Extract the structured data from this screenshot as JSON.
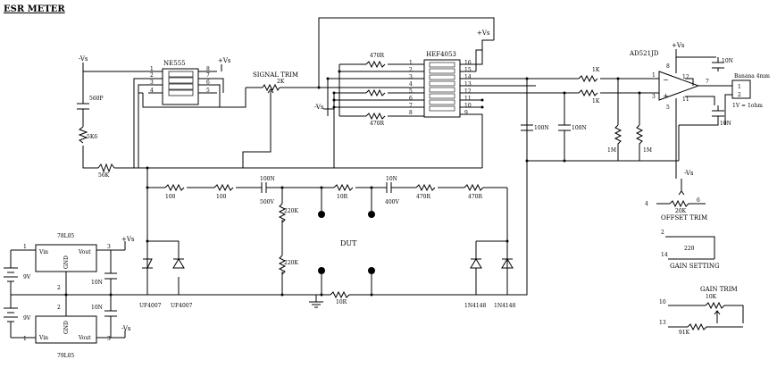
{
  "title": "ESR METER",
  "ic": {
    "ne555": {
      "name": "NE555",
      "pins_left": [
        "1",
        "2",
        "3",
        "4"
      ],
      "pins_right": [
        "8",
        "7",
        "6",
        "5"
      ]
    },
    "hef4053": {
      "name": "HEF4053",
      "pins_left": [
        "1",
        "2",
        "3",
        "4",
        "5",
        "6",
        "7",
        "8"
      ],
      "pins_right": [
        "16",
        "15",
        "14",
        "13",
        "12",
        "11",
        "10",
        "9"
      ]
    },
    "ad521": {
      "name": "AD521JD",
      "pins": {
        "p1": "1",
        "p3": "3",
        "p8": "8",
        "p12": "12",
        "p7": "7",
        "p5": "5",
        "p11": "11"
      }
    },
    "reg_pos": {
      "name": "78L05",
      "vin": "Vin",
      "vout": "Vout",
      "gnd": "GND",
      "p1": "1",
      "p3": "3",
      "p2": "2"
    },
    "reg_neg": {
      "name": "79L05",
      "vin": "Vin",
      "vout": "Vout",
      "gnd": "GND",
      "p1": "1",
      "p3": "3",
      "p2": "2"
    }
  },
  "rails": {
    "pos": "+Vs",
    "neg": "-Vs"
  },
  "labels": {
    "signal_trim": "SIGNAL TRIM",
    "signal_trim_val": "2K",
    "c_560p": "560P",
    "r_5k6": "5K6",
    "r_56k": "56K",
    "r_470r_a": "470R",
    "r_470r_b": "470R",
    "r_1k_a": "1K",
    "r_1k_b": "1K",
    "c_100n_a": "100N",
    "c_100n_b": "100N",
    "r_1m_a": "1M",
    "r_1m_b": "1M",
    "c_10n_a": "10N",
    "c_10n_b": "10N",
    "banana": "Banana 4mm",
    "out_pin1": "1",
    "out_pin2": "2",
    "out_scale": "1V = 1ohm",
    "r_100_a": "100",
    "r_100_b": "100",
    "c_100n_500v": "100N",
    "v_500v": "500V",
    "r_10r_a": "10R",
    "c_10n_400v": "10N",
    "v_400v": "400V",
    "r_470r_c": "470R",
    "r_470r_d": "470R",
    "r_220k_a": "220K",
    "r_220k_b": "220K",
    "dut": "DUT",
    "r_10r_b": "10R",
    "d_uf4007_a": "UF4007",
    "d_uf4007_b": "UF4007",
    "d_1n4148_a": "1N4148",
    "d_1n4148_b": "1N4148",
    "c_10n_reg_a": "10N",
    "c_10n_reg_b": "10N",
    "bat_a": "9V",
    "bat_b": "9V",
    "offset_trim": "OFFSET TRIM",
    "offset_val": "20K",
    "offset_p4": "4",
    "offset_p6": "6",
    "gain_setting": "GAIN SETTING",
    "gain_r": "220",
    "gain_p2": "2",
    "gain_p14": "14",
    "gain_trim": "GAIN TRIM",
    "gain_trim_val": "10K",
    "gain_trim_r": "91K",
    "gain_trim_p10": "10",
    "gain_trim_p13": "13"
  }
}
